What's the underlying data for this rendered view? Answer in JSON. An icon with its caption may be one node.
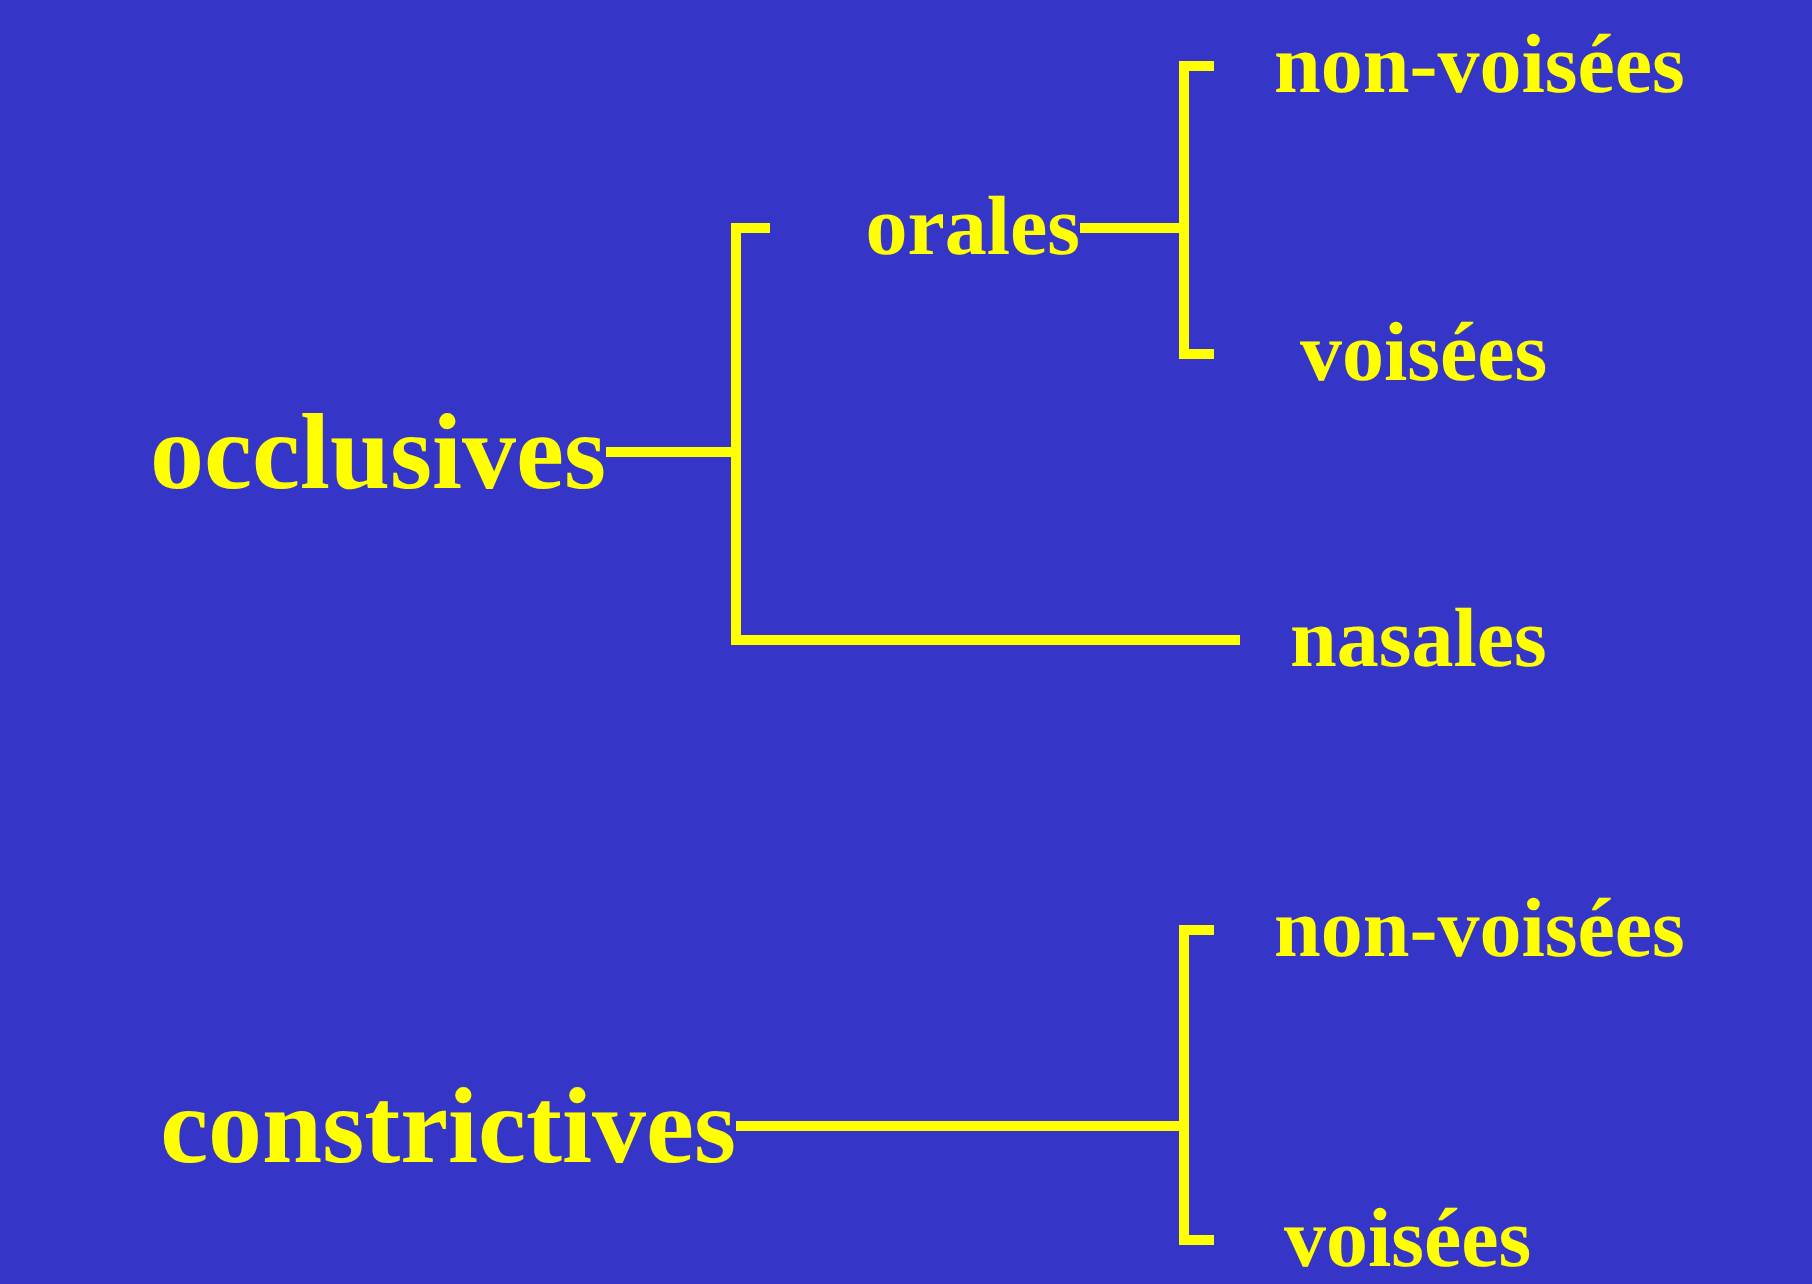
{
  "diagram": {
    "nodes": [
      {
        "text": [
          "occlusives"
        ]
      },
      {
        "text": [
          "orales"
        ]
      },
      {
        "text": [
          "non-voisées"
        ]
      },
      {
        "text": [
          "voisées"
        ]
      },
      {
        "text": [
          "nasales"
        ]
      },
      {
        "text": [
          "constrictives"
        ]
      },
      {
        "text": [
          "non-voisées"
        ]
      },
      {
        "text": [
          "voisées"
        ]
      }
    ],
    "edges": [
      {
        "from": 0,
        "to": 1,
        "arrow": "none"
      },
      {
        "from": 0,
        "to": 4,
        "arrow": "none"
      },
      {
        "from": 1,
        "to": 2,
        "arrow": "none"
      },
      {
        "from": 1,
        "to": 3,
        "arrow": "none"
      },
      {
        "from": 5,
        "to": 6,
        "arrow": "none"
      },
      {
        "from": 5,
        "to": 7,
        "arrow": "none"
      }
    ]
  }
}
